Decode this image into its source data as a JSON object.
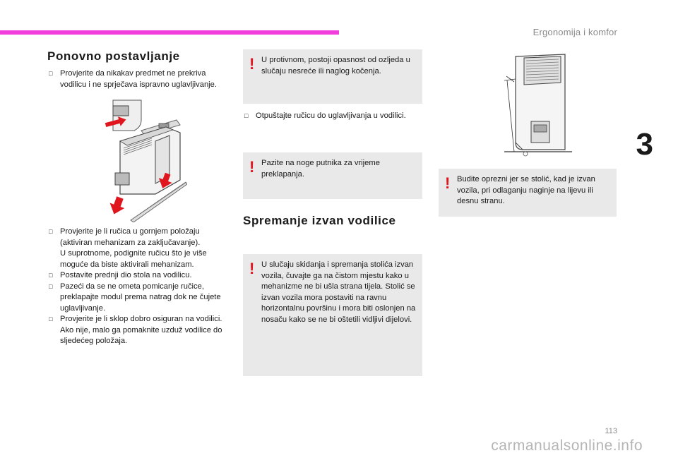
{
  "header": {
    "chapter_title": "Ergonomija i komfor",
    "chapter_number": "3",
    "accent_color": "#f03ddb"
  },
  "left": {
    "title": "Ponovno postavljanje",
    "bullet_intro": "Provjerite da nikakav predmet ne prekriva vodilicu i ne sprječava ispravno uglavljivanje.",
    "bullets": [
      "Provjerite je li ručica u gornjem položaju (aktiviran mehanizam za zaključavanje).\nU suprotnome, podignite ručicu što je više moguće da biste aktivirali mehanizam.",
      "Postavite prednji dio stola na vodilicu.",
      "Pazeći da se ne ometa pomicanje ručice, preklapajte modul prema natrag dok ne čujete uglavljivanje.",
      "Provjerite je li sklop dobro osiguran na vodilici. Ako nije, malo ga pomaknite uzduž vodilice do sljedećeg položaja."
    ]
  },
  "middle": {
    "warning_1": "U protivnom, postoji opasnost od ozljeda u slučaju nesreće ili naglog kočenja.",
    "bullet": "Otpuštajte ručicu do uglavljivanja u vodilici.",
    "warning_2": "Pazite na noge putnika za vrijeme preklapanja.",
    "section_title": "Spremanje izvan vodilice",
    "warning_3": "U slučaju skidanja i spremanja stolića izvan vozila, čuvajte ga na čistom mjestu kako u mehanizme ne bi ušla strana tijela. Stolić se izvan vozila mora postaviti na ravnu horizontalnu površinu i mora biti oslonjen na nosaču kako se ne bi oštetili vidljivi dijelovi."
  },
  "right": {
    "warning": "Budite oprezni jer se stolić, kad je izvan vozila, pri odlaganju naginje na lijevu ili desnu stranu."
  },
  "footer": {
    "page_number": "113",
    "watermark": "carmanualsonline.info"
  },
  "icons": {
    "bullet": "",
    "warning": "!"
  }
}
